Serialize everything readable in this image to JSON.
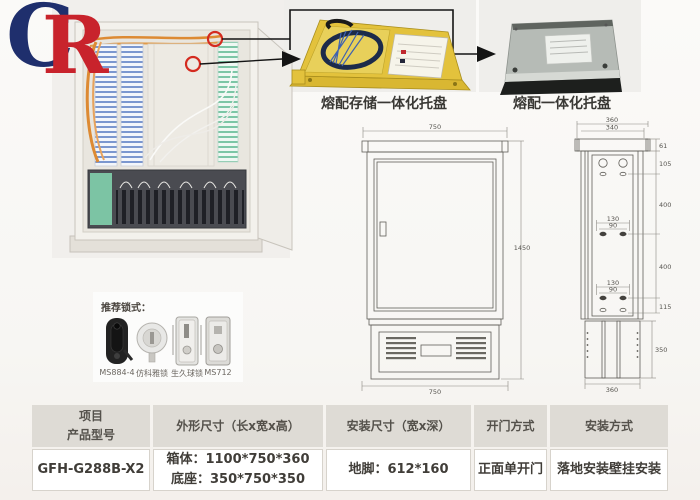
{
  "brand": {
    "logo_c": "C",
    "logo_r": "R"
  },
  "trays": {
    "tray1_label": "熔配存储一体化托盘",
    "tray2_label": "熔配一体化托盘"
  },
  "locks": {
    "title": "推荐锁式：",
    "items": [
      "MS884-4",
      "仿科雅锁",
      "生久球锁",
      "MS712"
    ]
  },
  "front_view": {
    "width_top": "750",
    "width_bottom": "750",
    "height": "1450"
  },
  "side_view": {
    "depth_outer": "360",
    "depth_inner": "340",
    "depth_bottom": "360",
    "h_cap": "61",
    "h_top": "105",
    "h_mid1": "400",
    "h_mid2": "400",
    "h_low": "115",
    "h_base": "350",
    "hole_span": "130",
    "hole_gap": "90"
  },
  "spec_table": {
    "col1_header_line1": "项目",
    "col1_header_line2": "产品型号",
    "col2_header": "外形尺寸（长x宽x高）",
    "col3_header": "安装尺寸（宽x深）",
    "col4_header": "开门方式",
    "col5_header": "安装方式",
    "model": "GFH-G288B-X2",
    "body_size": "箱体：1100*750*360",
    "base_size": "底座：350*750*350",
    "install_size": "地脚：612*160",
    "door_type": "正面单开门",
    "mount_type": "落地安装壁挂安装"
  },
  "colors": {
    "accent_red": "#c8232c",
    "brand_navy": "#1f2f6d",
    "tray_yellow": "#e3c23c",
    "table_header_bg": "#dedbd5",
    "drawing_line": "#605e59"
  }
}
